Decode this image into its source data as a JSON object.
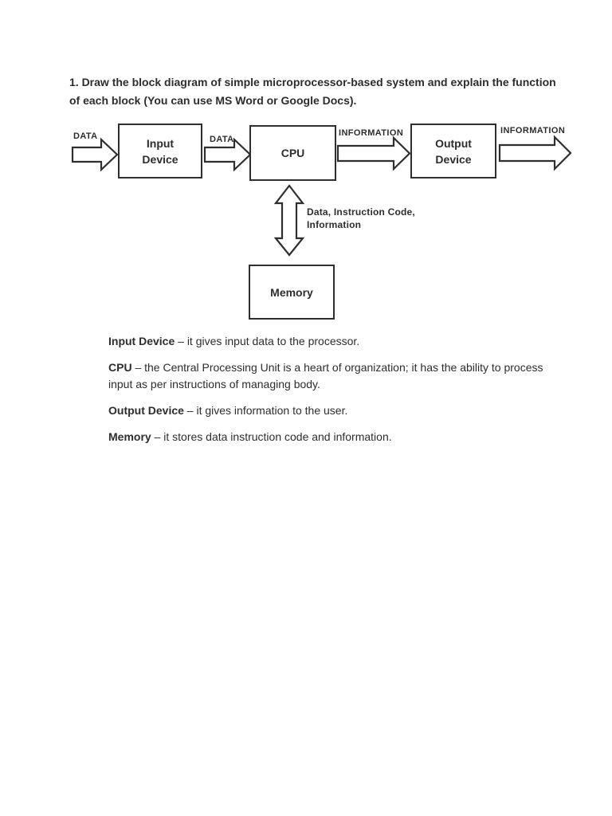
{
  "page": {
    "background": "#ffffff",
    "text_color": "#2d2d2d",
    "line_color": "#2f2f2f"
  },
  "question": {
    "line1": "1. Draw the block diagram of simple microprocessor-based system and explain the function",
    "line2": "of each block (You can use MS Word or Google Docs)."
  },
  "diagram": {
    "blocks": {
      "input": "Input Device",
      "cpu": "CPU",
      "output": "Output Device",
      "memory": "Memory"
    },
    "labels": {
      "data_in": "DATA",
      "data_to_cpu": "DATA",
      "info_to_output": "INFORMATION",
      "info_out": "INFORMATION",
      "bus_line1": "Data, Instruction Code,",
      "bus_line2": "Information"
    }
  },
  "explanations": [
    {
      "term": "Input Device",
      "rest": " – it gives input data to the processor.",
      "cont": ""
    },
    {
      "term": "CPU",
      "rest": " – the Central Processing Unit is a heart of organization; it has the ability to process",
      "cont": "input as per instructions of managing body."
    },
    {
      "term": "Output Device",
      "rest": " – it gives information to the user.",
      "cont": ""
    },
    {
      "term": "Memory",
      "rest": " – it stores data instruction code and information.",
      "cont": ""
    }
  ]
}
